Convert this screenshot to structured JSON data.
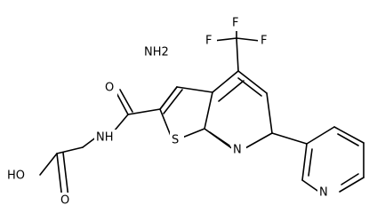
{
  "diagram": {
    "type": "chemical-structure",
    "bond_color": "#000000",
    "background_color": "#ffffff",
    "atoms": {
      "amine": "NH2",
      "fluorine_top": "F",
      "fluorine_left": "F",
      "fluorine_right": "F",
      "amide_oxygen": "O",
      "amide_nitrogen": "NH",
      "thiophene_sulfur": "S",
      "pyridine_nitrogen": "N",
      "pyridyl_nitrogen": "N",
      "acid_hydroxyl": "HO",
      "acid_oxygen": "O"
    }
  }
}
